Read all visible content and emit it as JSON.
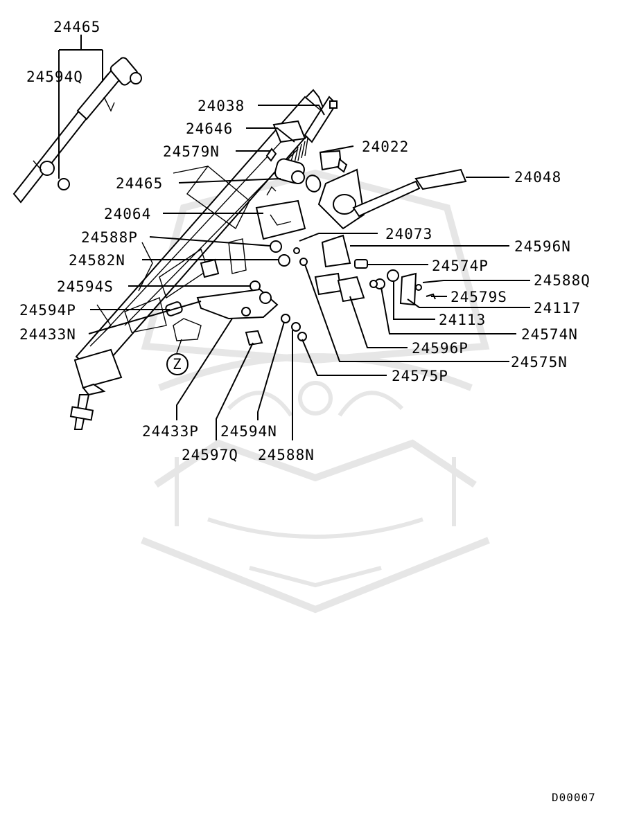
{
  "labels": {
    "l24465a": "24465",
    "l24594Q": "24594Q",
    "l24038": "24038",
    "l24646": "24646",
    "l24579N": "24579N",
    "l24022": "24022",
    "l24465b": "24465",
    "l24048": "24048",
    "l24064": "24064",
    "l24073": "24073",
    "l24588P": "24588P",
    "l24596N": "24596N",
    "l24582N": "24582N",
    "l24574P": "24574P",
    "l24588Q": "24588Q",
    "l24594S": "24594S",
    "l24579S": "24579S",
    "l24594P": "24594P",
    "l24117": "24117",
    "l24113": "24113",
    "l24433N": "24433N",
    "l24574N": "24574N",
    "l24596P": "24596P",
    "l24575N": "24575N",
    "l24575P": "24575P",
    "l24433P": "24433P",
    "l24594N": "24594N",
    "l24597Q": "24597Q",
    "l24588N": "24588N",
    "z": "Z"
  },
  "diagram_code": "D00007"
}
